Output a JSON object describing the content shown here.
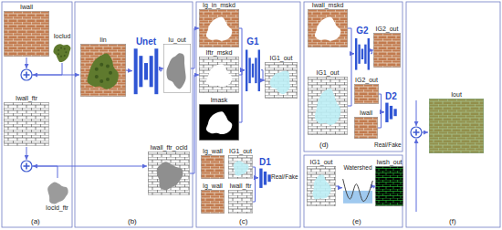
{
  "diagram": {
    "nodes": [
      {
        "text": [
          "Iwall"
        ]
      },
      {
        "text": [
          "Ioclud"
        ]
      },
      {
        "text": [
          "Iwall_ftr"
        ]
      },
      {
        "text": [
          "Iocld_ftr"
        ]
      },
      {
        "text": [
          "Iin"
        ]
      },
      {
        "text": [
          "Unet"
        ]
      },
      {
        "text": [
          "Iu_out"
        ]
      },
      {
        "text": [
          "Iwall_ftr_ocld"
        ]
      },
      {
        "text": [
          "Ig_in_mskd"
        ]
      },
      {
        "text": [
          "Iftr_mskd"
        ]
      },
      {
        "text": [
          "Imask"
        ]
      },
      {
        "text": [
          "G1"
        ]
      },
      {
        "text": [
          "IG1_out"
        ]
      },
      {
        "text": [
          "Ig_wall"
        ]
      },
      {
        "text": [
          "IG1_out"
        ]
      },
      {
        "text": [
          "D1"
        ]
      },
      {
        "text": [
          "Ig_wall"
        ]
      },
      {
        "text": [
          "Iwall_ftr"
        ]
      },
      {
        "text": [
          "Iwall_mskd"
        ]
      },
      {
        "text": [
          "G2"
        ]
      },
      {
        "text": [
          "IG2_out"
        ]
      },
      {
        "text": [
          "IG1_out"
        ]
      },
      {
        "text": [
          "IG2_out"
        ]
      },
      {
        "text": [
          "Iwall"
        ]
      },
      {
        "text": [
          "D2"
        ]
      },
      {
        "text": [
          "IG1_out"
        ]
      },
      {
        "text": [
          "Watershed"
        ]
      },
      {
        "text": [
          "Iwsh_out"
        ]
      },
      {
        "text": [
          "Iout"
        ]
      }
    ],
    "edges": [
      {
        "from": 4,
        "to": 5,
        "arrow": "to"
      },
      {
        "from": 5,
        "to": 6,
        "arrow": "to"
      },
      {
        "from": 6,
        "to": 8,
        "arrow": "to"
      },
      {
        "from": 7,
        "to": 9,
        "arrow": "to"
      },
      {
        "from": 8,
        "to": 11,
        "arrow": "to"
      },
      {
        "from": 9,
        "to": 11,
        "arrow": "to"
      },
      {
        "from": 10,
        "to": 11,
        "arrow": "to"
      },
      {
        "from": 11,
        "to": 12,
        "arrow": "to"
      },
      {
        "from": 14,
        "to": 15,
        "arrow": "to"
      },
      {
        "from": 17,
        "to": 15,
        "arrow": "to"
      },
      {
        "from": 18,
        "to": 19,
        "arrow": "to"
      },
      {
        "from": 21,
        "to": 19,
        "arrow": "to"
      },
      {
        "from": 19,
        "to": 20,
        "arrow": "to"
      },
      {
        "from": 22,
        "to": 24,
        "arrow": "to"
      },
      {
        "from": 23,
        "to": 24,
        "arrow": "to"
      },
      {
        "from": 25,
        "to": 26,
        "arrow": "to"
      },
      {
        "from": 26,
        "to": 27,
        "arrow": "to"
      }
    ],
    "labels": [
      "Real/Fake",
      "Real/Fake",
      "(a)",
      "(b)",
      "(c)",
      "(d)",
      "(e)",
      "(f)"
    ]
  }
}
